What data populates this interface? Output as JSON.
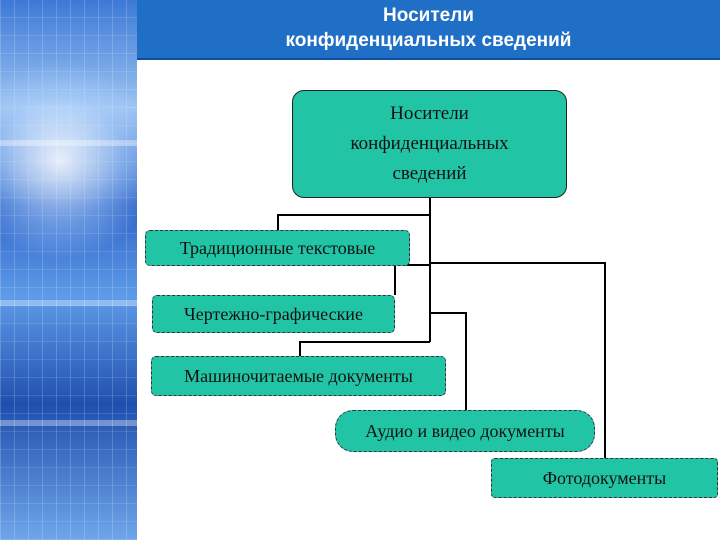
{
  "header": {
    "title_line1": "Носители",
    "title_line2": "конфиденциальных сведений"
  },
  "diagram": {
    "root": {
      "line1": "Носители",
      "line2": "конфиденциальных",
      "line3": "сведений"
    },
    "children": [
      "Традиционные текстовые",
      "Чертежно-графические",
      "Машиночитаемые документы",
      "Аудио и видео документы",
      "Фотодокументы"
    ]
  },
  "colors": {
    "box_fill": "#22c4a6",
    "header_fill": "#1f6fc6",
    "connector": "#000000"
  }
}
